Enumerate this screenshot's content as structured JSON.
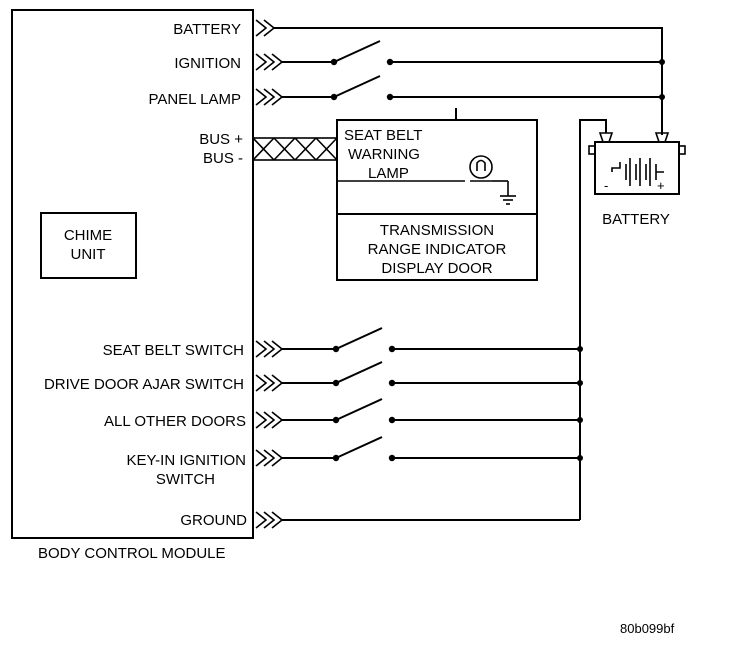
{
  "module": {
    "title": "BODY CONTROL MODULE",
    "chime_unit": [
      "CHIME",
      "UNIT"
    ],
    "inputs": {
      "battery": "BATTERY",
      "ignition": "IGNITION",
      "panel_lamp": "PANEL LAMP",
      "bus_plus": "BUS +",
      "bus_minus": "BUS -",
      "seat_belt_switch": "SEAT BELT SWITCH",
      "drive_door_ajar": "DRIVE DOOR AJAR SWITCH",
      "all_other_doors": "ALL OTHER DOORS",
      "key_in_1": "KEY-IN IGNITION",
      "key_in_2": "SWITCH",
      "ground": "GROUND"
    }
  },
  "display_door": {
    "lamp_line1": "SEAT BELT",
    "lamp_line2": "WARNING",
    "lamp_line3": "LAMP",
    "door_line1": "TRANSMISSION",
    "door_line2": "RANGE INDICATOR",
    "door_line3": "DISPLAY DOOR"
  },
  "battery": {
    "label": "BATTERY",
    "minus": "-",
    "plus": "+"
  },
  "footer_code": "80b099bf"
}
